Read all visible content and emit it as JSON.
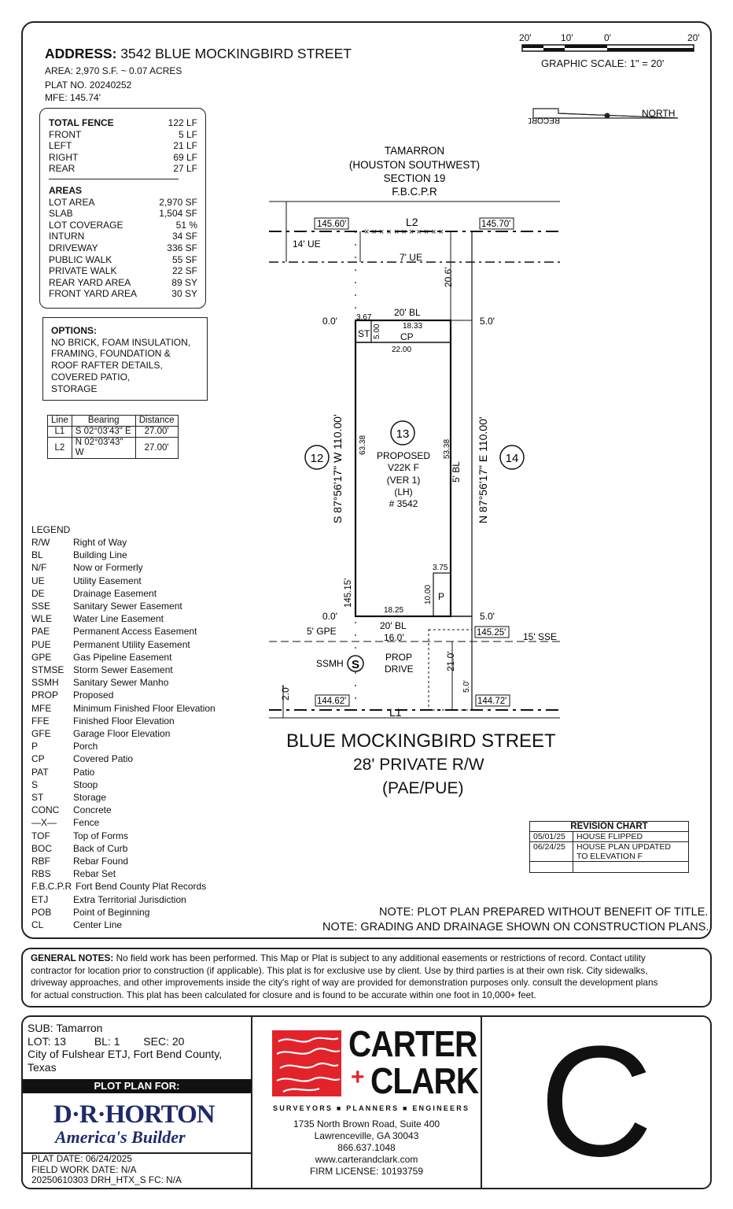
{
  "header": {
    "address_label": "ADDRESS:",
    "address": "3542 BLUE MOCKINGBIRD STREET",
    "area": "AREA: 2,970 S.F. ~ 0.07 ACRES",
    "plat_no": "PLAT NO. 20240252",
    "mfe": "MFE: 145.74'"
  },
  "scale": {
    "ticks": [
      "20'",
      "10'",
      "0'",
      "20'"
    ],
    "label": "GRAPHIC SCALE: 1\" = 20'"
  },
  "north_arrow": {
    "north": "NORTH",
    "record": "RECORD"
  },
  "fence": {
    "title": "TOTAL FENCE",
    "title_value": "122 LF",
    "items": [
      {
        "label": "FRONT",
        "value": "5 LF"
      },
      {
        "label": "LEFT",
        "value": "21 LF"
      },
      {
        "label": "RIGHT",
        "value": "69 LF"
      },
      {
        "label": "REAR",
        "value": "27 LF"
      }
    ]
  },
  "areas": {
    "title": "AREAS",
    "items": [
      {
        "label": "LOT AREA",
        "value": "2,970 SF"
      },
      {
        "label": "SLAB",
        "value": "1,504 SF"
      },
      {
        "label": "LOT COVERAGE",
        "value": "51 %"
      },
      {
        "label": "INTURN",
        "value": "34 SF"
      },
      {
        "label": "DRIVEWAY",
        "value": "336 SF"
      },
      {
        "label": "PUBLIC WALK",
        "value": "55 SF"
      },
      {
        "label": "PRIVATE WALK",
        "value": "22 SF"
      },
      {
        "label": "REAR YARD AREA",
        "value": "89 SY"
      },
      {
        "label": "FRONT YARD AREA",
        "value": "30 SY"
      }
    ]
  },
  "options": {
    "title": "OPTIONS:",
    "lines": [
      "NO BRICK, FOAM INSULATION,",
      "FRAMING, FOUNDATION &",
      "ROOF RAFTER DETAILS,",
      "COVERED PATIO,",
      "STORAGE"
    ]
  },
  "bearing_table": {
    "headers": [
      "Line",
      "Bearing",
      "Distance"
    ],
    "rows": [
      [
        "L1",
        "S 02°03'43\" E",
        "27.00'"
      ],
      [
        "L2",
        "N 02°03'43\" W",
        "27.00'"
      ]
    ]
  },
  "legend": {
    "title": "LEGEND",
    "items": [
      [
        "R/W",
        "Right of Way"
      ],
      [
        "BL",
        "Building Line"
      ],
      [
        "N/F",
        "Now or Formerly"
      ],
      [
        "UE",
        "Utility Easement"
      ],
      [
        "DE",
        "Drainage Easement"
      ],
      [
        "SSE",
        "Sanitary Sewer Easement"
      ],
      [
        "WLE",
        "Water Line Easement"
      ],
      [
        "PAE",
        "Permanent Access Easement"
      ],
      [
        "PUE",
        "Permanent Utility Easement"
      ],
      [
        "GPE",
        "Gas Pipeline Easement"
      ],
      [
        "STMSE",
        "Storm Sewer Easement"
      ],
      [
        "SSMH",
        "Sanitary Sewer Manho"
      ],
      [
        "PROP",
        "Proposed"
      ],
      [
        "MFE",
        "Minimum Finished Floor Elevation"
      ],
      [
        "FFE",
        "Finished Floor Elevation"
      ],
      [
        "GFE",
        "Garage Floor Elevation"
      ],
      [
        "P",
        "Porch"
      ],
      [
        "CP",
        "Covered Patio"
      ],
      [
        "PAT",
        "Patio"
      ],
      [
        "S",
        "Stoop"
      ],
      [
        "ST",
        "Storage"
      ],
      [
        "CONC",
        "Concrete"
      ],
      [
        "—X—",
        "Fence"
      ],
      [
        "TOF",
        "Top of Forms"
      ],
      [
        "BOC",
        "Back of Curb"
      ],
      [
        "RBF",
        "Rebar Found"
      ],
      [
        "RBS",
        "Rebar Set"
      ],
      [
        "F.B.C.P.R",
        "Fort Bend County Plat Records"
      ],
      [
        "ETJ",
        "Extra Territorial Jurisdiction"
      ],
      [
        "POB",
        "Point of Beginning"
      ],
      [
        "CL",
        "Center Line"
      ]
    ]
  },
  "plan": {
    "subdivision": [
      "TAMARRON",
      "(HOUSTON SOUTHWEST)",
      "SECTION 19",
      "F.B.C.P.R"
    ],
    "elev_rear_left": "145.60'",
    "elev_rear_right": "145.70'",
    "elev_front_left": "144.62'",
    "elev_front_right": "144.72'",
    "elev_mid_left": "145.15'",
    "elev_mid_right": "145.25'",
    "l1": "L1",
    "l2": "L2",
    "ue_14": "14' UE",
    "ue_7": "7' UE",
    "dim_206": "20.6'",
    "rear_bl": "20' BL",
    "front_bl": "20' BL",
    "bl_5": "5' BL",
    "off_00_top": "0.0'",
    "off_50_top": "5.0'",
    "off_00_bot": "0.0'",
    "off_50_bot": "5.0'",
    "dim_367": "3.67",
    "dim_1833": "18.33",
    "dim_500": "5.00",
    "st": "ST",
    "cp": "CP",
    "dim_2200": "22.00",
    "lot_13": "13",
    "lot_12": "12",
    "lot_14": "14",
    "house": [
      "PROPOSED",
      "V22K F",
      "(VER 1)",
      "(LH)",
      "# 3542"
    ],
    "left_bearing": "S 87°56'17\" W  110.00'",
    "right_bearing": "N 87°56'17\" E  110.00'",
    "dim_6338": "63.38",
    "dim_5338": "53.38",
    "dim_375": "3.75",
    "dim_1000": "10.00",
    "porch": "P",
    "dim_1825": "18.25",
    "dim_160": "16.0'",
    "gpe": "5' GPE",
    "sse": "15' SSE",
    "ssmh": "SSMH",
    "s": "S",
    "drive": [
      "PROP",
      "DRIVE"
    ],
    "dim_210": "21.0'",
    "dim_50": "5.0'",
    "dim_20": "2.0'"
  },
  "street": {
    "name": "BLUE MOCKINGBIRD STREET",
    "row": "28'  PRIVATE R/W",
    "easement": "(PAE/PUE)"
  },
  "revision": {
    "title": "REVISION CHART",
    "rows": [
      [
        "05/01/25",
        "HOUSE FLIPPED"
      ],
      [
        "06/24/25",
        "HOUSE PLAN UPDATED\nTO ELEVATION F"
      ],
      [
        "",
        ""
      ]
    ]
  },
  "notes": {
    "title_note": "NOTE: PLOT PLAN PREPARED WITHOUT BENEFIT OF TITLE.",
    "grading_note": "NOTE: GRADING AND DRAINAGE SHOWN ON CONSTRUCTION PLANS.",
    "general_label": "GENERAL NOTES:",
    "general_lines": [
      " No field work has been performed. This Map or Plat is subject to any additional easements or restrictions of record. Contact utility",
      "contractor for location prior to construction (if applicable). This plat is for exclusive use by client. Use by third parties is at their own risk. City sidewalks,",
      "driveway approaches, and other improvements inside the city's right of way are provided for demonstration purposes only. consult the development plans",
      "for actual construction. This plat has been calculated for closure and is found to be accurate within one foot in 10,000+ feet."
    ]
  },
  "title_block": {
    "sub": "SUB: Tamarron",
    "lot": "LOT: 13",
    "bl": "BL: 1",
    "sec": "SEC: 20",
    "city": "City of Fulshear ETJ, Fort Bend County,",
    "state": "Texas",
    "plot_for": "PLOT PLAN FOR:",
    "builder": "D·R·HORTON",
    "builder_tag": "America's Builder",
    "plat_date": "PLAT DATE: 06/24/2025",
    "field_date": "FIELD WORK DATE: N/A",
    "job": "20250610303   DRH_HTX_S   FC: N/A",
    "firm_top": "CARTER",
    "firm_plus": "+",
    "firm_bottom": "CLARK",
    "firm_tagline": "SURVEYORS ■ PLANNERS ■ ENGINEERS",
    "firm_address1": "1735 North Brown Road, Suite 400",
    "firm_address2": "Lawrenceville, GA 30043",
    "firm_phone": "866.637.1048",
    "firm_web": "www.carterandclark.com",
    "firm_license": "FIRM LICENSE: 10193759",
    "grade": "C"
  },
  "colors": {
    "firm_red": "#e3232b",
    "builder_navy": "#1f2a6b"
  }
}
